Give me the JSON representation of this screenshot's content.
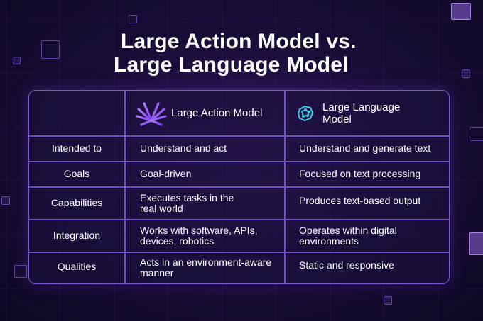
{
  "title": {
    "line1": "Large Action Model vs.",
    "line2": "Large Language Model"
  },
  "icons": {
    "lam": "starburst-icon",
    "llm": "network-brain-icon"
  },
  "colors": {
    "background": "#1a0d38",
    "border": "#7a5ccf",
    "lam_icon": "#9b5cff",
    "llm_icon": "#3ec9e8"
  },
  "table": {
    "headers": {
      "row_label": "",
      "lam": "Large Action Model",
      "llm": "Large Language Model"
    },
    "rows": [
      {
        "label": "Intended to",
        "lam": "Understand and act",
        "llm": "Understand and generate text"
      },
      {
        "label": "Goals",
        "lam": "Goal-driven",
        "llm": "Focused on text processing"
      },
      {
        "label": "Capabilities",
        "lam": "Executes tasks in the real world",
        "llm": "Produces text-based output"
      },
      {
        "label": "Integration",
        "lam": "Works with software, APIs, devices, robotics",
        "llm": "Operates within digital environments"
      },
      {
        "label": "Qualities",
        "lam": "Acts in an environment-aware manner",
        "llm": "Static and responsive"
      }
    ]
  }
}
